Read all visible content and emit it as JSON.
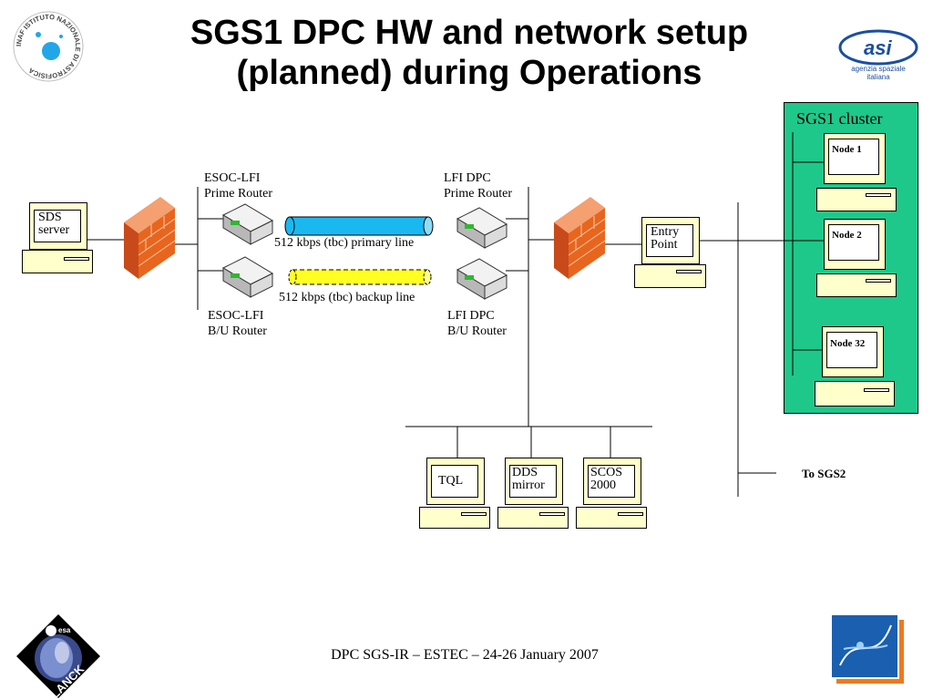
{
  "slide": {
    "title_line1": "SGS1 DPC HW and network setup",
    "title_line2": "(planned) during Operations",
    "footer": "DPC SGS-IR – ESTEC – 24-26 January 2007"
  },
  "cluster": {
    "label": "SGS1 cluster",
    "fill": "#1ec88a"
  },
  "nodes": [
    "Node 1",
    "Node 2",
    "Node 32"
  ],
  "computers": {
    "sds_line1": "SDS",
    "sds_line2": "server",
    "entry_line1": "Entry",
    "entry_line2": "Point",
    "tql": "TQL",
    "dds_line1": "DDS",
    "dds_line2": "mirror",
    "scos_line1": "SCOS",
    "scos_line2": "2000"
  },
  "routers": {
    "esoc_prime_line1": "ESOC-LFI",
    "esoc_prime_line2": "Prime Router",
    "lfi_prime_line1": "LFI DPC",
    "lfi_prime_line2": "Prime Router",
    "esoc_bu_line1": "ESOC-LFI",
    "esoc_bu_line2": "B/U Router",
    "lfi_bu_line1": "LFI DPC",
    "lfi_bu_line2": "B/U Router"
  },
  "links": {
    "primary": "512 kbps (tbc) primary line",
    "backup": "512 kbps (tbc) backup line",
    "primary_color": "#1ab8f0",
    "backup_color": "#ffff22"
  },
  "to_sgs2": "To SGS2",
  "logos": {
    "inaf_text": "INAF ISTITUTO NAZIONALE DI ASTROFISICA",
    "asi_line1": "agenzia spaziale",
    "asi_line2": "italiana",
    "planck_text": "PLANCK",
    "esa_text": "esa"
  }
}
